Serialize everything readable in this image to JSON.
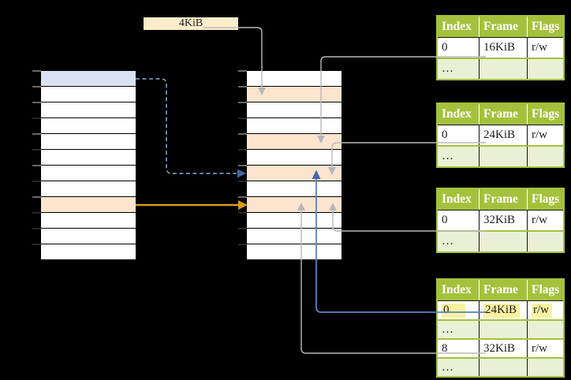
{
  "colors": {
    "background": "#000000",
    "header_green": "#a4c13c",
    "row_green": "#e9f0d5",
    "row_orange": "#fce4ce",
    "row_blue": "#d9e2f3",
    "box_cream": "#fdecca",
    "highlight_yellow": "#f8f1a0",
    "gray_line": "#b9b9b9",
    "gray_head": "#b2b7be",
    "blue_line": "#5b80bf",
    "blue_head": "#4568a8",
    "blue_dash": "#8ea9d9",
    "gold_line": "#d9991e",
    "tick_gray": "#8a8a8a"
  },
  "page_size_box": {
    "label": "4KiB"
  },
  "left_array": {
    "rows": [
      "blue",
      "white",
      "white",
      "white",
      "white",
      "white",
      "white",
      "white",
      "orange",
      "white",
      "white",
      "white"
    ]
  },
  "middle_array": {
    "rows": [
      "white",
      "orange",
      "white",
      "white",
      "orange",
      "white",
      "orange",
      "white",
      "orange",
      "white",
      "white",
      "white"
    ]
  },
  "tables": [
    {
      "headers": [
        "Index",
        "Frame",
        "Flags"
      ],
      "rows": [
        {
          "cells": [
            "0",
            "16KiB",
            "r/w"
          ],
          "bg": "white",
          "highlight": false
        },
        {
          "cells": [
            "…",
            "",
            ""
          ],
          "bg": "green",
          "highlight": false
        }
      ]
    },
    {
      "headers": [
        "Index",
        "Frame",
        "Flags"
      ],
      "rows": [
        {
          "cells": [
            "0",
            "24KiB",
            "r/w"
          ],
          "bg": "white",
          "highlight": false
        },
        {
          "cells": [
            "…",
            "",
            ""
          ],
          "bg": "green",
          "highlight": false
        }
      ]
    },
    {
      "headers": [
        "Index",
        "Frame",
        "Flags"
      ],
      "rows": [
        {
          "cells": [
            "0",
            "32KiB",
            "r/w"
          ],
          "bg": "white",
          "highlight": false
        },
        {
          "cells": [
            "…",
            "",
            ""
          ],
          "bg": "green",
          "highlight": false
        }
      ]
    },
    {
      "headers": [
        "Index",
        "Frame",
        "Flags"
      ],
      "rows": [
        {
          "cells": [
            "0",
            "24KiB",
            "r/w"
          ],
          "bg": "white",
          "highlight": true
        },
        {
          "cells": [
            "…",
            "",
            ""
          ],
          "bg": "green",
          "highlight": false
        },
        {
          "cells": [
            "8",
            "32KiB",
            "r/w"
          ],
          "bg": "white",
          "highlight": false
        },
        {
          "cells": [
            "…",
            "",
            ""
          ],
          "bg": "green",
          "highlight": false
        }
      ]
    }
  ]
}
